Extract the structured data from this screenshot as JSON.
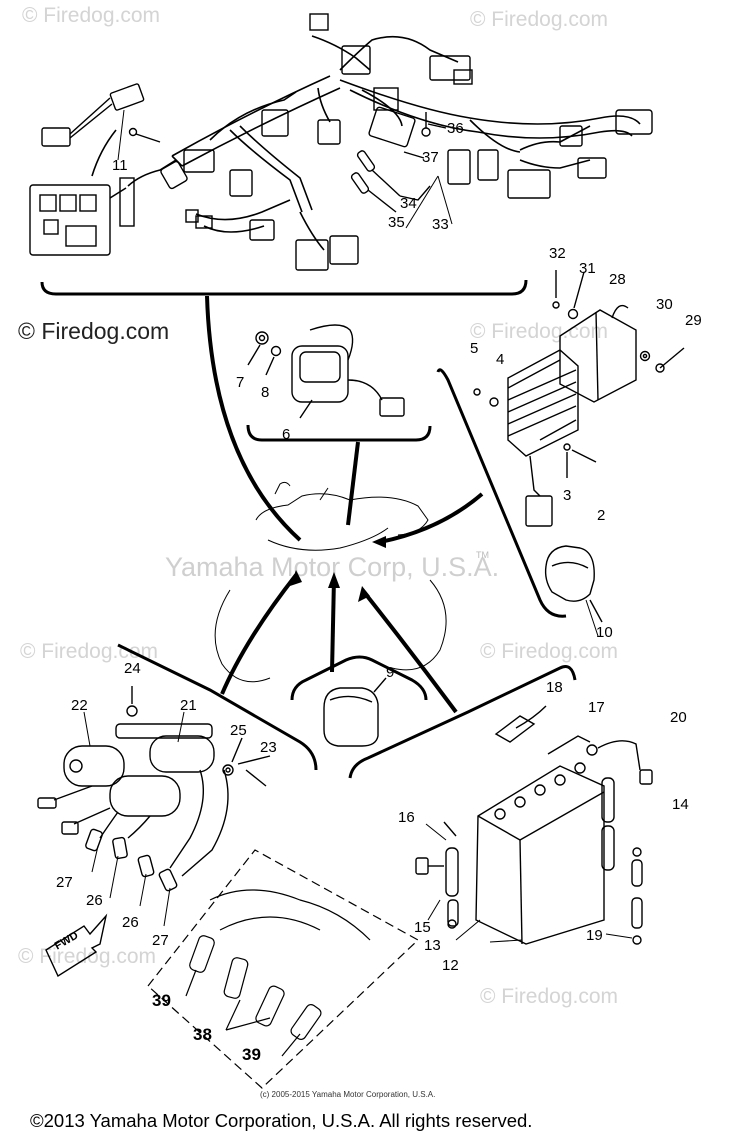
{
  "watermarks": {
    "site": "© Firedog.com",
    "center": "Yamaha Motor Corp, U.S.A.",
    "tm": "TM"
  },
  "small_copyright": "(c) 2005-2015 Yamaha Motor Corporation, U.S.A.",
  "footer": "©2013 Yamaha Motor Corporation, U.S.A. All rights reserved.",
  "fwd_label": "FWD",
  "callouts": {
    "n2": "2",
    "n3": "3",
    "n4": "4",
    "n5": "5",
    "n6": "6",
    "n7": "7",
    "n8": "8",
    "n9": "9",
    "n10": "10",
    "n11": "11",
    "n12": "12",
    "n13": "13",
    "n14": "14",
    "n15": "15",
    "n16": "16",
    "n17": "17",
    "n18": "18",
    "n19": "19",
    "n20": "20",
    "n21": "21",
    "n22": "22",
    "n23": "23",
    "n24": "24",
    "n25": "25",
    "n26a": "26",
    "n26b": "26",
    "n27a": "27",
    "n27b": "27",
    "n28": "28",
    "n29": "29",
    "n30": "30",
    "n31": "31",
    "n32": "32",
    "n33": "33",
    "n34": "34",
    "n35": "35",
    "n36": "36",
    "n37": "37",
    "n38": "38",
    "n39a": "39",
    "n39b": "39"
  }
}
